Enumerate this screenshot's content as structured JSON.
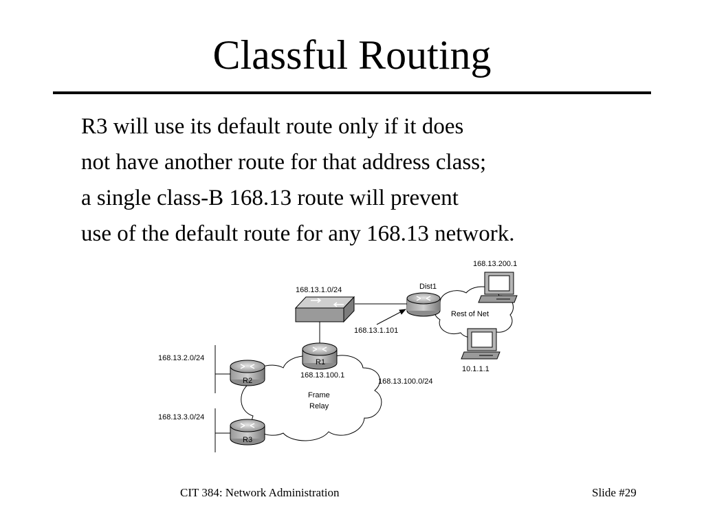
{
  "slide": {
    "title": "Classful Routing",
    "body_lines": [
      "R3 will use its default route only if it does",
      "not have another route for that address class;",
      "a single class-B 168.13 route will prevent",
      "use of the default route for any 168.13 network."
    ],
    "footer_left": "CIT 384: Network Administration",
    "footer_right": "Slide #29"
  },
  "diagram": {
    "labels": {
      "switch_subnet": "168.13.1.0/24",
      "dist1": "Dist1",
      "dist1_ip": "168.13.1.101",
      "rest_of_net": "Rest of Net",
      "pc_top_ip": "168.13.200.1",
      "pc_bottom_ip": "10.1.1.1",
      "r1": "R1",
      "r1_ip": "168.13.100.1",
      "frame_relay_line1": "Frame",
      "frame_relay_line2": "Relay",
      "frame_relay_subnet": "168.13.100.0/24",
      "r2_subnet": "168.13.2.0/24",
      "r2": "R2",
      "r3_subnet": "168.13.3.0/24",
      "r3": "R3"
    }
  }
}
